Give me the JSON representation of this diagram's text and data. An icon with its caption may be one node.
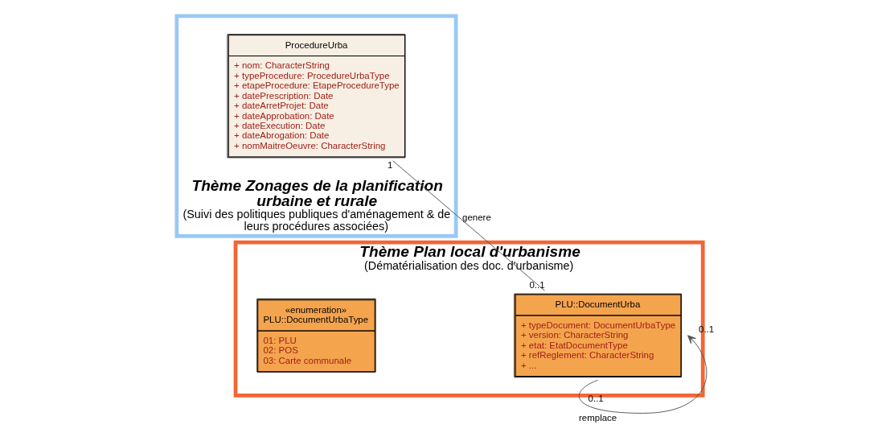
{
  "diagram": {
    "nodes": [
      {
        "text": [
          "Thème Zonages de la planification urbaine et rurale",
          "(Suivi des politiques publiques d'aménagement & de leurs procédures associées)"
        ]
      },
      {
        "text": [
          "ProcedureUrba",
          "+ nom: CharacterString",
          "+ typeProcedure: ProcedureUrbaType",
          "+ etapeProcedure: EtapeProcedureType",
          "+ datePrescription: Date",
          "+ dateArretProjet: Date",
          "+ dateApprobation: Date",
          "+ dateExecution: Date",
          "+ dateAbrogation: Date",
          "+ nomMaitreOeuvre: CharacterString"
        ],
        "in": 0
      },
      {
        "text": [
          "Thème Plan local d'urbanisme",
          "(Dématérialisation des doc. d'urbanisme)"
        ]
      },
      {
        "text": [
          "«enumeration»",
          "PLU::DocumentUrbaType",
          "01: PLU",
          "02: POS",
          "03: Carte communale"
        ],
        "in": 2
      },
      {
        "text": [
          "PLU::DocumentUrba",
          "+ typeDocument: DocumentUrbaType",
          "+ version: CharacterString",
          "+ etat: EtatDocumentType",
          "+ refReglement: CharacterString",
          "+ ..."
        ],
        "in": 2
      }
    ],
    "edges": [
      {
        "from": 1,
        "to": 4,
        "arrow": "none",
        "label": "genere"
      },
      {
        "from": 4,
        "to": 4,
        "arrow": "to",
        "label": "remplace"
      }
    ],
    "labels": [
      "1",
      "0..1",
      "0..1",
      "0..1"
    ]
  }
}
